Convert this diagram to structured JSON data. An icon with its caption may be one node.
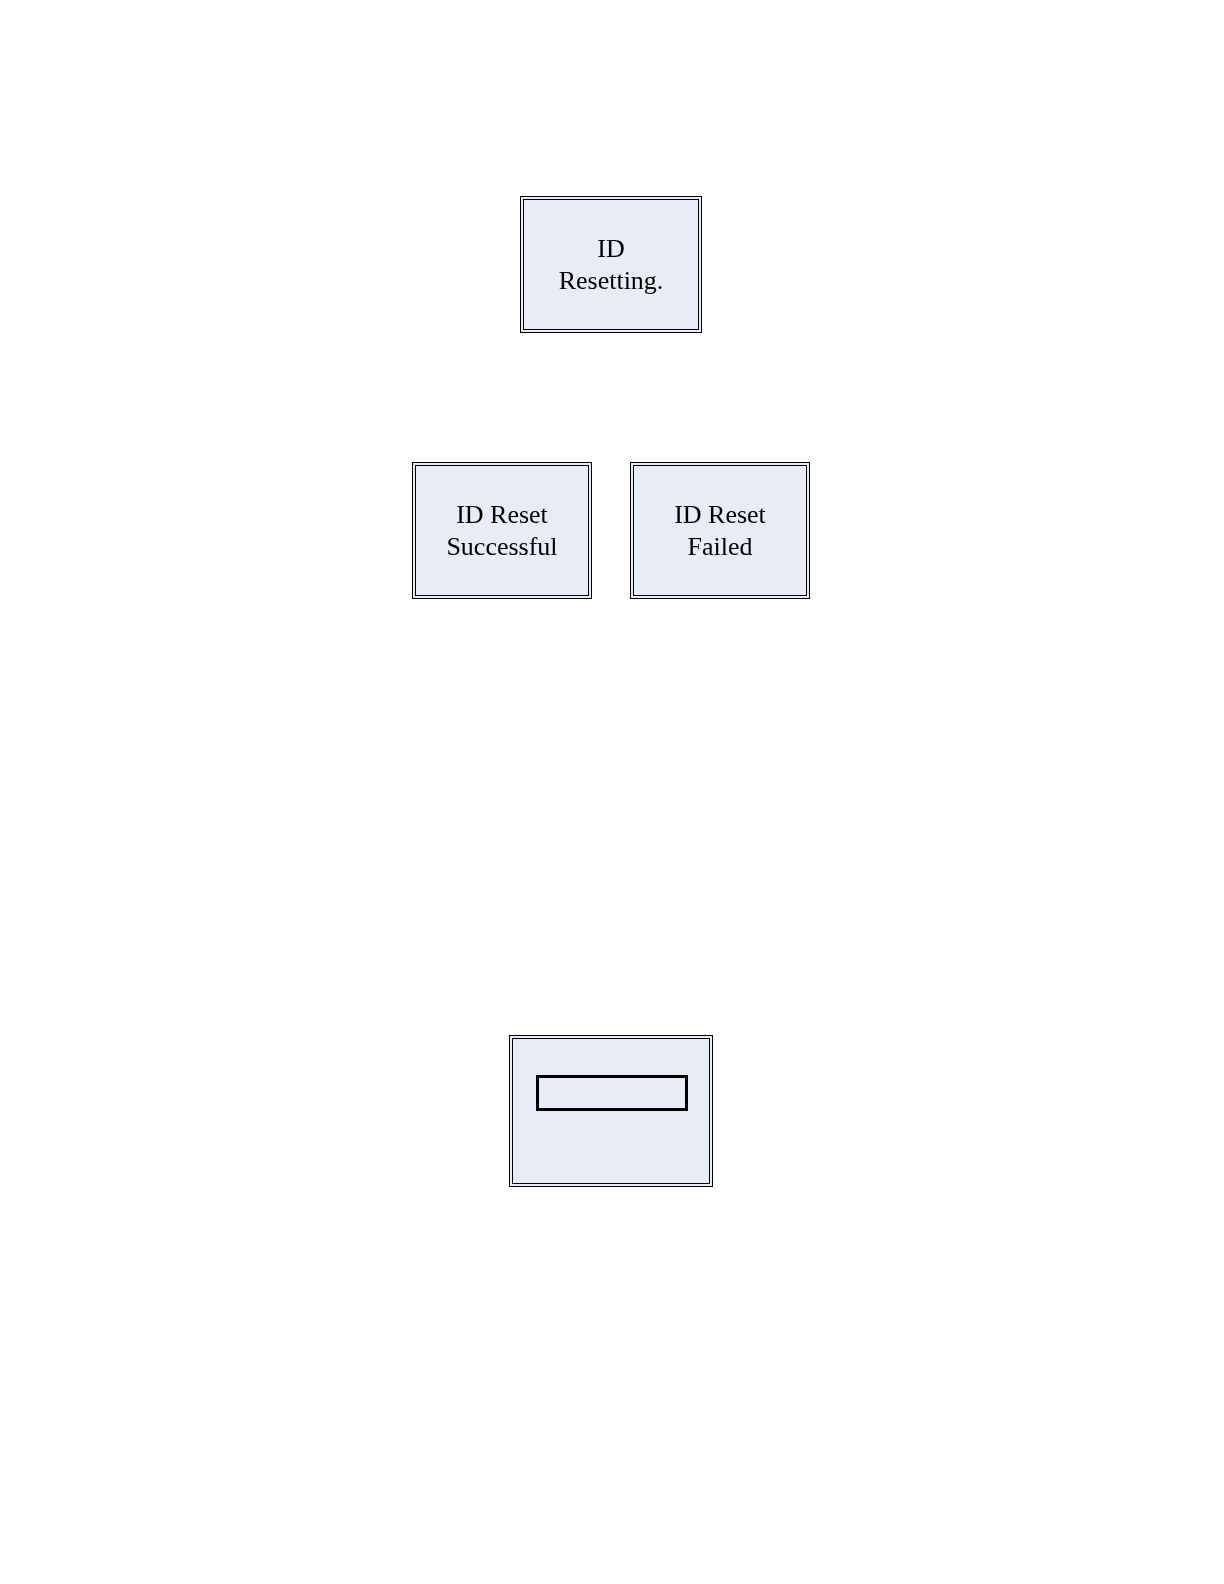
{
  "diagram": {
    "nodes": [
      {
        "text": [
          "ID Resetting."
        ]
      },
      {
        "text": [
          "ID Reset Successful"
        ]
      },
      {
        "text": [
          "ID Reset Failed"
        ]
      },
      {
        "text": [],
        "shape": "box"
      },
      {
        "text": [],
        "shape": "box",
        "in": 3
      }
    ]
  }
}
